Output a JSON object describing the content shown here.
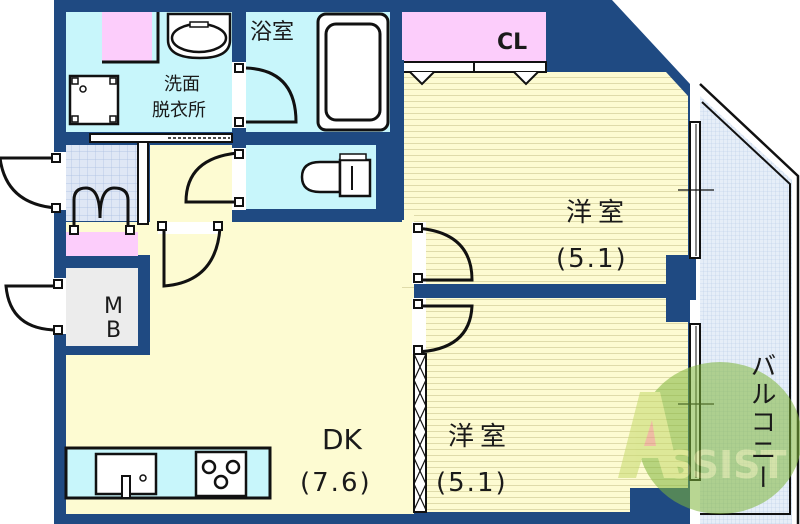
{
  "floor_plan": {
    "colors": {
      "wall": "#1f4a82",
      "room_floor": "#fdfbd2",
      "wet_area": "#c8f6fb",
      "closet": "#fccdfb",
      "meter_box": "#ececec",
      "balcony": "#dfe8f4",
      "entry_tile": "#d5e1f2",
      "watermark_green": "#9fc92f",
      "watermark_red": "#e48a80"
    },
    "rooms": {
      "bath": {
        "label": "浴室"
      },
      "washroom": {
        "label_line1": "洗面",
        "label_line2": "脱衣所"
      },
      "closet": {
        "label": "CL"
      },
      "western_room_upper": {
        "label": "洋室",
        "area": "(5.1)"
      },
      "western_room_lower": {
        "label": "洋室",
        "area": "(5.1)"
      },
      "dining_kitchen": {
        "label": "DK",
        "area": "(7.6)"
      },
      "meter_box": {
        "label_line1": "M",
        "label_line2": "B"
      },
      "balcony": {
        "label": "バルコニー"
      }
    },
    "watermark": {
      "text": "ASSIST"
    }
  }
}
